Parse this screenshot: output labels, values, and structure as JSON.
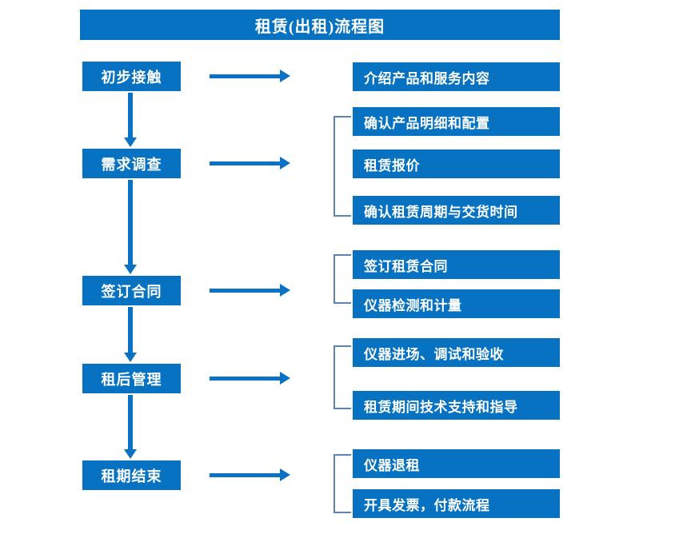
{
  "title": {
    "text": "租赁(出租)流程图"
  },
  "colors": {
    "box_blue": "#0672C1",
    "arrow_blue": "#0A72C4",
    "bracket_blue": "#5B84B1",
    "box_text": "#FFFFFF",
    "background": "#FFFFFF"
  },
  "stages": [
    {
      "label": "初步接触"
    },
    {
      "label": "需求调查"
    },
    {
      "label": "签订合同"
    },
    {
      "label": "租后管理"
    },
    {
      "label": "租期结束"
    }
  ],
  "details": [
    {
      "label": "介绍产品和服务内容"
    },
    {
      "label": "确认产品明细和配置"
    },
    {
      "label": "租赁报价"
    },
    {
      "label": "确认租赁周期与交货时间"
    },
    {
      "label": "签订租赁合同"
    },
    {
      "label": "仪器检测和计量"
    },
    {
      "label": "仪器进场、调试和验收"
    },
    {
      "label": "租赁期间技术支持和指导"
    },
    {
      "label": "仪器退租"
    },
    {
      "label": "开具发票，付款流程"
    }
  ],
  "groups": [
    {
      "stage": "需求调查",
      "detail_labels": [
        "确认产品明细和配置",
        "租赁报价",
        "确认租赁周期与交货时间"
      ]
    },
    {
      "stage": "签订合同",
      "detail_labels": [
        "签订租赁合同",
        "仪器检测和计量"
      ]
    },
    {
      "stage": "租后管理",
      "detail_labels": [
        "仪器进场、调试和验收",
        "租赁期间技术支持和指导"
      ]
    },
    {
      "stage": "租期结束",
      "detail_labels": [
        "仪器退租",
        "开具发票，付款流程"
      ]
    }
  ],
  "icons": {
    "flow_right": "right-arrow-icon",
    "flow_down": "down-arrow-icon",
    "group_bracket": "bracket-icon"
  }
}
